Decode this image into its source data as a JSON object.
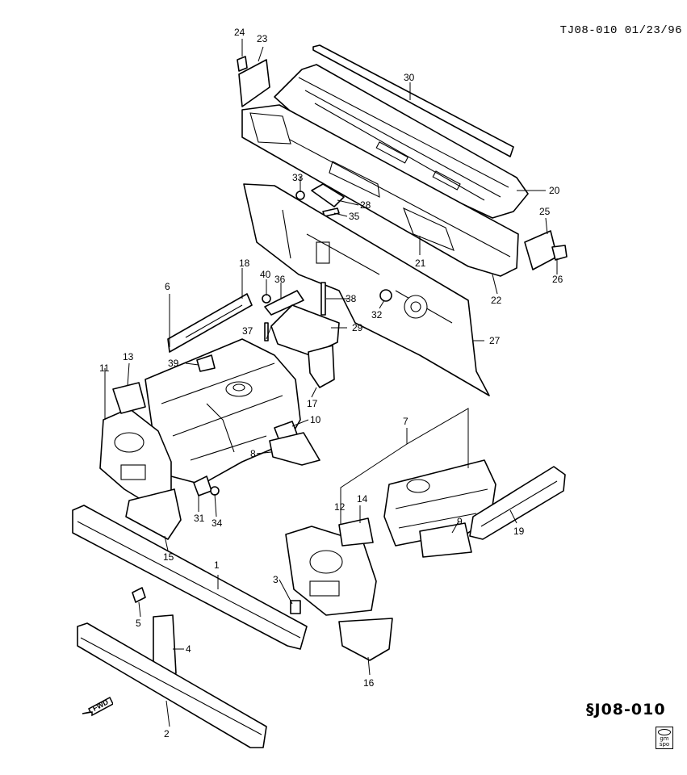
{
  "header": {
    "code": "TJ08-010 01/23/96"
  },
  "footer": {
    "diagram_code": "J08-010",
    "fwd_label": "FWD",
    "badge_line1": "gm",
    "badge_line2": "spo"
  },
  "callouts": [
    "1",
    "2",
    "3",
    "4",
    "5",
    "6",
    "7",
    "8",
    "9",
    "10",
    "11",
    "12",
    "13",
    "14",
    "15",
    "16",
    "17",
    "18",
    "19",
    "20",
    "21",
    "22",
    "23",
    "24",
    "25",
    "26",
    "27",
    "28",
    "29",
    "30",
    "31",
    "32",
    "33",
    "34",
    "35",
    "36",
    "37",
    "38",
    "39",
    "40"
  ]
}
